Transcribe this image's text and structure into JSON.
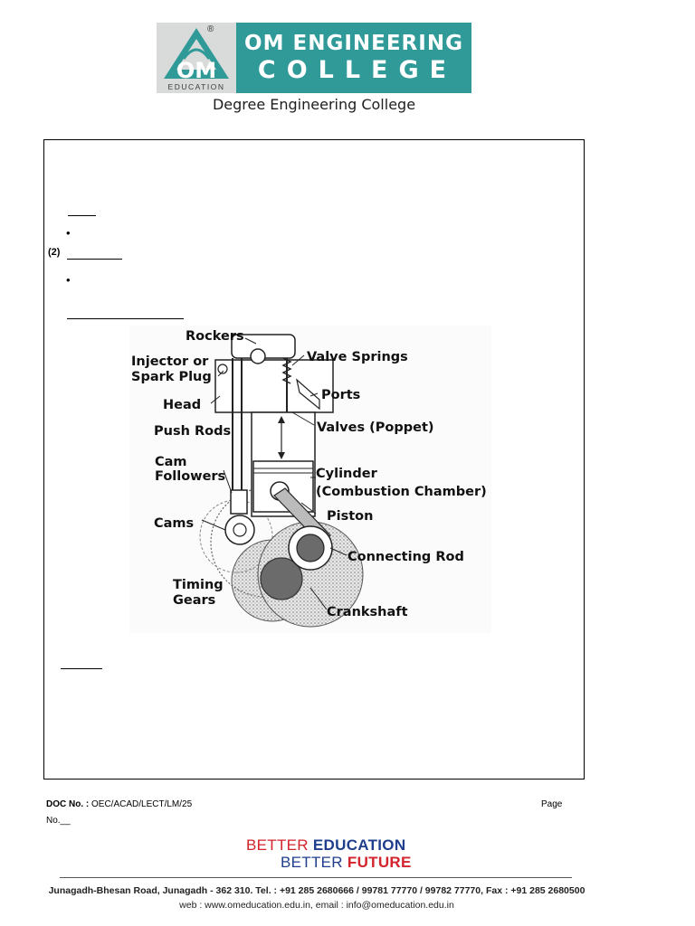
{
  "header": {
    "logo": {
      "line1": "OM ENGINEERING",
      "line2": "COLLEGE",
      "emblem_text": "OM",
      "emblem_subtext": "EDUCATION",
      "registered_mark": "®",
      "band_color": "#2f9a98",
      "emblem_color": "#d8dbda"
    },
    "subtitle": "Degree Engineering College"
  },
  "content": {
    "bullet_char": "•",
    "item_2_number": "(2)"
  },
  "diagram": {
    "labels": {
      "rockers": "Rockers",
      "injector_line1": "Injector or",
      "injector_line2": "Spark Plug",
      "valve_springs": "Valve Springs",
      "ports": "Ports",
      "head": "Head",
      "push_rods": "Push Rods",
      "valves": "Valves (Poppet)",
      "cam_line1": "Cam",
      "cam_line2": "Followers",
      "cylinder_line1": "Cylinder",
      "cylinder_line2": "(Combustion Chamber)",
      "piston": "Piston",
      "cams": "Cams",
      "connecting_rod": "Connecting Rod",
      "timing_line1": "Timing",
      "timing_line2": "Gears",
      "crankshaft": "Crankshaft"
    }
  },
  "footer": {
    "doc_no_label": "DOC No. :",
    "doc_no_value": "OEC/ACAD/LECT/LM/25",
    "page_label": "Page",
    "no_label": "No.__",
    "slogan": {
      "better1": "BETTER",
      "education": "EDUCATION",
      "better2": "BETTER",
      "future": "FUTURE"
    },
    "address": "Junagadh-Bhesan Road, Junagadh - 362 310.  Tel. : +91 285 2680666 / 99781 77770 / 99782 77770, Fax : +91 285 2680500",
    "web": "web : www.omeducation.edu.in, email : info@omeducation.edu.in"
  }
}
